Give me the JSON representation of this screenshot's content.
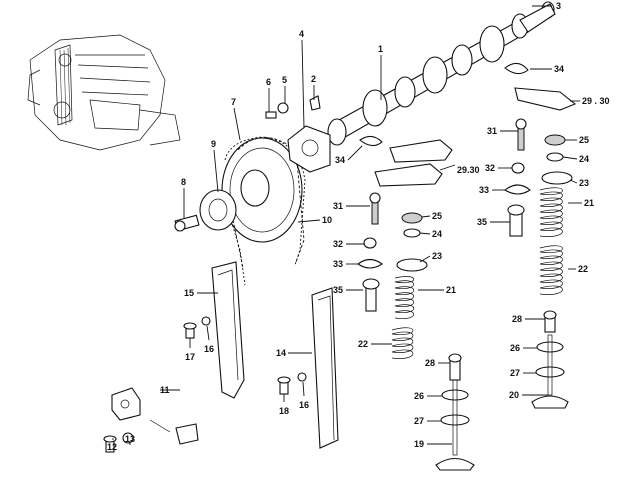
{
  "diagram": {
    "callouts": [
      {
        "id": "c1",
        "label": "1"
      },
      {
        "id": "c2",
        "label": "2"
      },
      {
        "id": "c3",
        "label": "3"
      },
      {
        "id": "c4",
        "label": "4"
      },
      {
        "id": "c5",
        "label": "5"
      },
      {
        "id": "c6",
        "label": "6"
      },
      {
        "id": "c7",
        "label": "7"
      },
      {
        "id": "c8",
        "label": "8"
      },
      {
        "id": "c9",
        "label": "9"
      },
      {
        "id": "c10",
        "label": "10"
      },
      {
        "id": "c11",
        "label": "11"
      },
      {
        "id": "c12",
        "label": "12"
      },
      {
        "id": "c13",
        "label": "13"
      },
      {
        "id": "c14",
        "label": "14"
      },
      {
        "id": "c15",
        "label": "15"
      },
      {
        "id": "c16a",
        "label": "16"
      },
      {
        "id": "c16b",
        "label": "16"
      },
      {
        "id": "c17",
        "label": "17"
      },
      {
        "id": "c18",
        "label": "18"
      },
      {
        "id": "c19",
        "label": "19"
      },
      {
        "id": "c20",
        "label": "20"
      },
      {
        "id": "c21a",
        "label": "21"
      },
      {
        "id": "c21b",
        "label": "21"
      },
      {
        "id": "c22a",
        "label": "22"
      },
      {
        "id": "c22b",
        "label": "22"
      },
      {
        "id": "c23a",
        "label": "23"
      },
      {
        "id": "c23b",
        "label": "23"
      },
      {
        "id": "c24a",
        "label": "24"
      },
      {
        "id": "c24b",
        "label": "24"
      },
      {
        "id": "c25a",
        "label": "25"
      },
      {
        "id": "c25b",
        "label": "25"
      },
      {
        "id": "c26a",
        "label": "26"
      },
      {
        "id": "c26b",
        "label": "26"
      },
      {
        "id": "c27a",
        "label": "27"
      },
      {
        "id": "c27b",
        "label": "27"
      },
      {
        "id": "c28a",
        "label": "28"
      },
      {
        "id": "c28b",
        "label": "28"
      },
      {
        "id": "c2930a",
        "label": "29.30"
      },
      {
        "id": "c2930b",
        "label": "29 . 30"
      },
      {
        "id": "c31a",
        "label": "31"
      },
      {
        "id": "c31b",
        "label": "31"
      },
      {
        "id": "c32a",
        "label": "32"
      },
      {
        "id": "c32b",
        "label": "32"
      },
      {
        "id": "c33a",
        "label": "33"
      },
      {
        "id": "c33b",
        "label": "33"
      },
      {
        "id": "c34a",
        "label": "34"
      },
      {
        "id": "c34b",
        "label": "34"
      },
      {
        "id": "c35a",
        "label": "35"
      },
      {
        "id": "c35b",
        "label": "35"
      }
    ]
  }
}
